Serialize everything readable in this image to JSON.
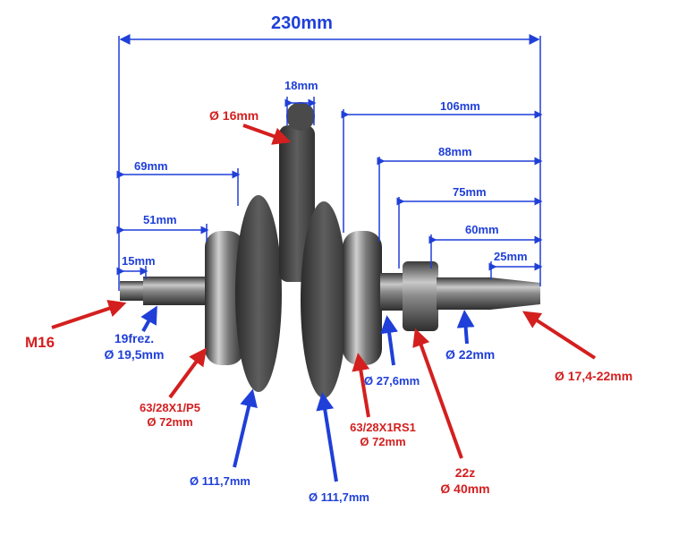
{
  "dimensions": {
    "overall_length": "230mm",
    "conrod_width": "18mm",
    "d106": "106mm",
    "d69": "69mm",
    "d88": "88mm",
    "d75": "75mm",
    "d51": "51mm",
    "d60": "60mm",
    "d15": "15mm",
    "d25": "25mm"
  },
  "callouts": {
    "pin_diameter": "Ø 16mm",
    "thread": "M16",
    "spline_teeth": "19frez.",
    "spline_diameter": "Ø 19,5mm",
    "left_bearing_code": "63/28X1/P5",
    "left_bearing_diameter": "Ø 72mm",
    "left_flywheel_diameter": "Ø 111,7mm",
    "right_flywheel_diameter": "Ø 111,7mm",
    "right_bearing_code": "63/28X1RS1",
    "right_bearing_diameter": "Ø 72mm",
    "journal_diameter": "Ø 27,6mm",
    "gear_teeth": "22z",
    "gear_diameter": "Ø 40mm",
    "shaft_diameter": "Ø 22mm",
    "taper_diameter": "Ø 17,4-22mm"
  },
  "colors": {
    "dimension": "#1f3fd8",
    "callout_red": "#d41f1f",
    "metal": "#6b6b6b"
  }
}
